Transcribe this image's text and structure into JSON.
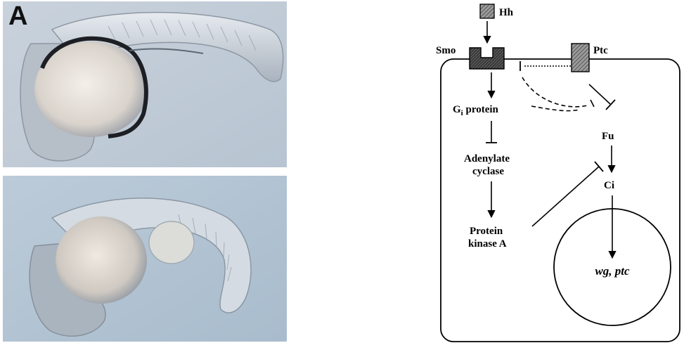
{
  "panel": {
    "letter": "A"
  },
  "pathway": {
    "hh": "Hh",
    "smo": "Smo",
    "ptc": "Ptc",
    "gi_main": "G",
    "gi_sub": "i",
    "gi_rest": " protein",
    "fu": "Fu",
    "adenylate": "Adenylate",
    "cyclase": "cyclase",
    "ci": "Ci",
    "protein": "Protein",
    "kinase": "kinase A",
    "targets": "wg, ptc"
  }
}
